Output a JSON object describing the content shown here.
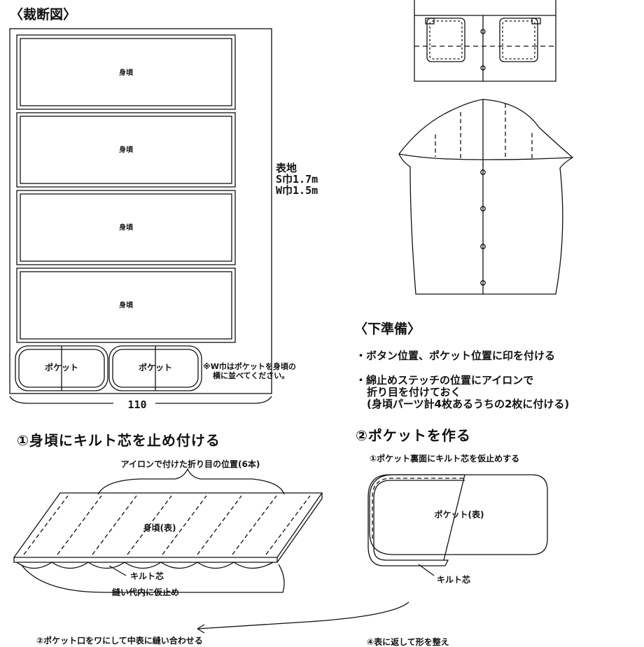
{
  "cutting": {
    "heading": "〈裁断図〉",
    "panels": [
      "身頃",
      "身頃",
      "身頃",
      "身頃"
    ],
    "pockets": [
      "ポケット",
      "ポケット"
    ],
    "fabric": [
      "表地",
      "S巾1.7m",
      "W巾1.5m"
    ],
    "note": [
      "※W巾はポケットを身頃の",
      "横に並べてください。"
    ],
    "width": "110"
  },
  "prep": {
    "heading": "〈下準備〉",
    "items": [
      "・ボタン位置、ポケット位置に印を付ける",
      "・綿止めステッチの位置にアイロンで",
      "折り目を付けておく",
      "(身頃パーツ計4枚あるうちの2枚に付ける)"
    ]
  },
  "step1": {
    "heading": "①身頃にキルト芯を止め付ける",
    "fold_label": "アイロンで付けた折り目の位置(6本)",
    "panel_label": "身頃(表)",
    "batting_label": "キルト芯",
    "seam_label": "縫い代内に仮止め"
  },
  "step2": {
    "heading": "②ポケットを作る",
    "sub": "①ポケット裏面にキルト芯を仮止めする",
    "pocket_label": "ポケット(表)",
    "batting_label": "キルト芯"
  },
  "footer": {
    "left": "②ポケット口をワにして中表に縫い合わせる",
    "right": "④表に返して形を整え"
  },
  "colors": {
    "ink": "#111111",
    "paper": "#ffffff"
  }
}
